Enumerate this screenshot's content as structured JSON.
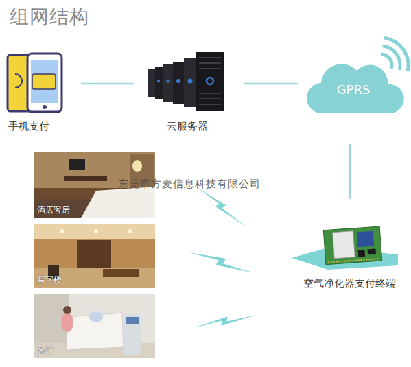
{
  "diagram": {
    "title": "组网结构",
    "nodes": [
      {
        "text": [
          "手机支付"
        ]
      },
      {
        "text": [
          "云服务器"
        ]
      },
      {
        "text": [
          "GPRS"
        ]
      },
      {
        "text": [
          "酒店客房"
        ]
      },
      {
        "text": [
          "写字楼"
        ]
      },
      {
        "text": [
          "客厅"
        ]
      },
      {
        "text": [
          "空气净化器支付终端"
        ]
      }
    ],
    "edges": [
      {
        "from": 0,
        "to": 1,
        "arrow": "none"
      },
      {
        "from": 1,
        "to": 2,
        "arrow": "none"
      },
      {
        "from": 2,
        "to": 6,
        "arrow": "none"
      }
    ],
    "labels": [
      "东莞市方麦信息科技有限公司"
    ]
  }
}
